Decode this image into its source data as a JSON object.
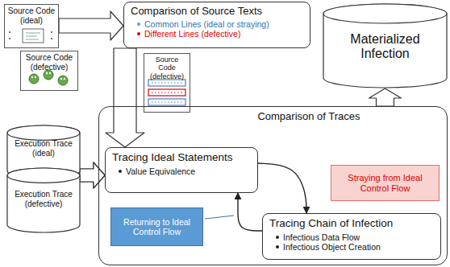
{
  "diagram": {
    "nodes": [
      {
        "text": [
          "Source Code (ideal)"
        ]
      },
      {
        "text": [
          "Source Code (defective)"
        ]
      },
      {
        "text": [
          "Comparison of Source Texts",
          "Common Lines (ideal or straying)",
          "Different Lines (defective)"
        ]
      },
      {
        "text": [
          "Source Code (defective)"
        ]
      },
      {
        "text": [
          "Materialized Infection"
        ]
      },
      {
        "text": [
          "Execution Trace (ideal)"
        ]
      },
      {
        "text": [
          "Execution Trace (defective)"
        ]
      },
      {
        "text": [
          "Comparison of Traces"
        ]
      },
      {
        "text": [
          "Tracing Ideal Statements",
          "Value Equivalence"
        ],
        "in": 7
      },
      {
        "text": [
          "Straying from Ideal Control Flow"
        ],
        "in": 7
      },
      {
        "text": [
          "Returning to Ideal Control Flow"
        ],
        "in": 7
      },
      {
        "text": [
          "Tracing Chain of Infection",
          "Infectious Data Flow",
          "Infectious Object Creation"
        ],
        "in": 7
      }
    ],
    "edges": [
      {
        "from": 0,
        "to": 2,
        "arrow": "to"
      },
      {
        "from": 2,
        "to": 8,
        "arrow": "to"
      },
      {
        "from": 5,
        "to": 8,
        "arrow": "to"
      },
      {
        "from": 6,
        "to": 8,
        "arrow": "to"
      },
      {
        "from": 7,
        "to": 4,
        "arrow": "to"
      },
      {
        "from": 8,
        "to": 11,
        "arrow": "to"
      },
      {
        "from": 11,
        "to": 8,
        "arrow": "to"
      }
    ]
  }
}
